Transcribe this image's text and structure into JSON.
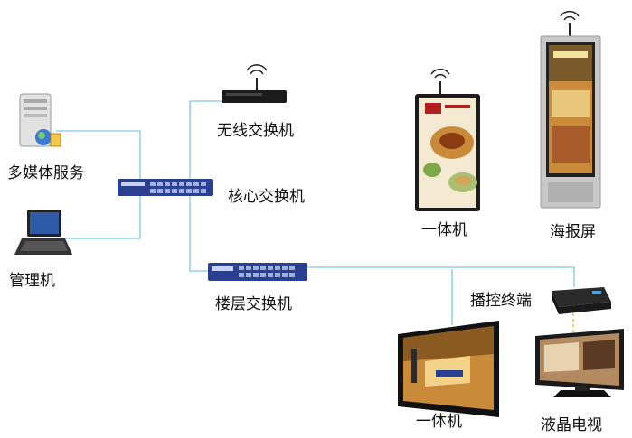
{
  "labels": {
    "media_server": "多媒体服务",
    "admin_pc": "管理机",
    "wireless_switch": "无线交换机",
    "core_switch": "核心交换机",
    "floor_switch": "楼层交换机",
    "kiosk_small": "一体机",
    "poster_screen": "海报屏",
    "player_terminal": "播控终端",
    "tv_allinone": "一体机",
    "lcd_tv": "液晶电视"
  },
  "colors": {
    "link_line": "#7fc6e6",
    "switch_blue": "#2a3f8f",
    "dark_device": "#1b1b1b",
    "screen_warm": "#c98a3a"
  }
}
